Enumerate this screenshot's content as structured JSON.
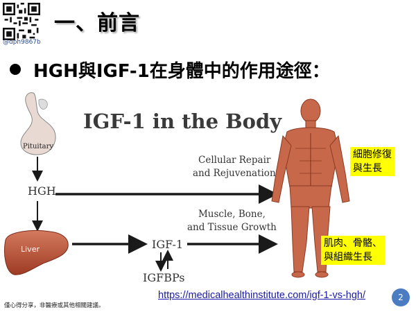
{
  "header": {
    "title": "一、前言",
    "handle": "@dph9867b"
  },
  "main": {
    "subtitle": "HGH與IGF-1在身體中的作用途徑："
  },
  "diagram": {
    "title": "IGF-1 in the Body",
    "pituitary": "Pituitary",
    "hgh": "HGH",
    "liver": "Liver",
    "igf1": "IGF-1",
    "igfbps": "IGFBPs",
    "cellular_line1": "Cellular Repair",
    "cellular_line2": "and Rejuvenation",
    "muscle_line1": "Muscle, Bone,",
    "muscle_line2": "and Tissue Growth",
    "label_cell_line1": "細胞修復",
    "label_cell_line2": "與生長",
    "label_muscle_line1": "肌肉、骨骼、",
    "label_muscle_line2": "與組織生長"
  },
  "footer": {
    "link": "https://medicalhealthinstitute.com/igf-1-vs-hgh/",
    "disclaimer": "僅心得分享，非醫療或其他相關建議。",
    "page_number": "2"
  },
  "colors": {
    "highlight": "#ffff00",
    "link": "#1a1aa6",
    "page_badge": "#4b7cc1",
    "liver": "#a6452e",
    "muscle": "#c86a4a"
  }
}
